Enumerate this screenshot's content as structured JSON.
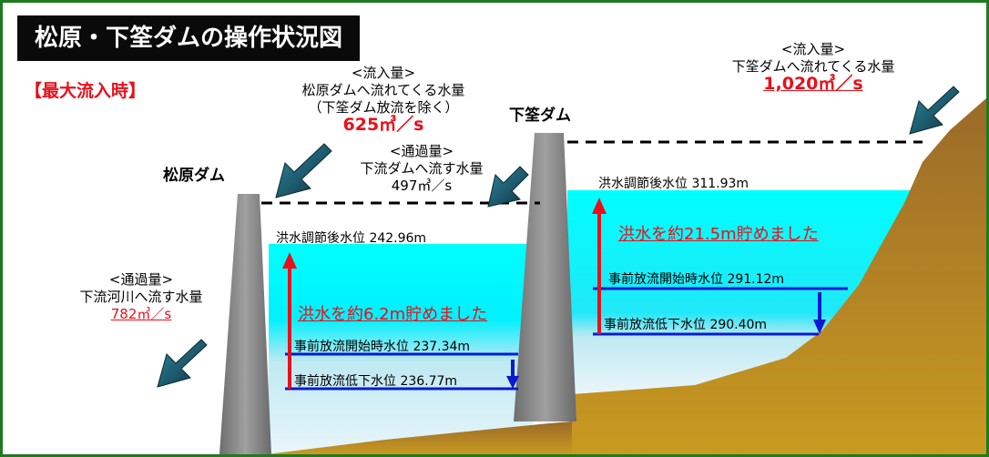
{
  "title": "松原・下筌ダムの操作状況図",
  "mode": "【最大流入時】",
  "matsubara": {
    "name": "松原ダム",
    "inflow": {
      "heading": "<流入量>",
      "desc1": "松原ダムへ流れてくる水量",
      "desc2": "（下筌ダム放流を除く）",
      "value": "625㎥／s"
    },
    "outflow": {
      "heading": "<通過量>",
      "desc": "下流河川へ流す水量",
      "value": "782㎥／s"
    },
    "level_after_flood": "洪水調節後水位  242.96m",
    "level_pre_release_start": "事前放流開始時水位  237.34m",
    "level_pre_release_low": "事前放流低下水位  236.77m",
    "stored": "洪水を約6.2m貯めました"
  },
  "shimouke": {
    "name": "下筌ダム",
    "inflow": {
      "heading": "<流入量>",
      "desc": "下筌ダムへ流れてくる水量",
      "value": "1,020㎥／s"
    },
    "outflow": {
      "heading": "<通過量>",
      "desc": "下流ダムへ流す水量",
      "value": "497㎥／s"
    },
    "level_after_flood": "洪水調節後水位  311.93m",
    "level_pre_release_start": "事前放流開始時水位  291.12m",
    "level_pre_release_low": "事前放流低下水位  290.40m",
    "stored": "洪水を約21.5m貯めました"
  },
  "colors": {
    "water": "#00ffff",
    "water_shallow": "#c8e8f0",
    "ground": "#b8860b",
    "dam": "#8a8a8a",
    "level_line": "#0a1ad0",
    "red": "#e8101a",
    "frame": "#1f7a1f",
    "arrow": "#1f5a6e"
  }
}
